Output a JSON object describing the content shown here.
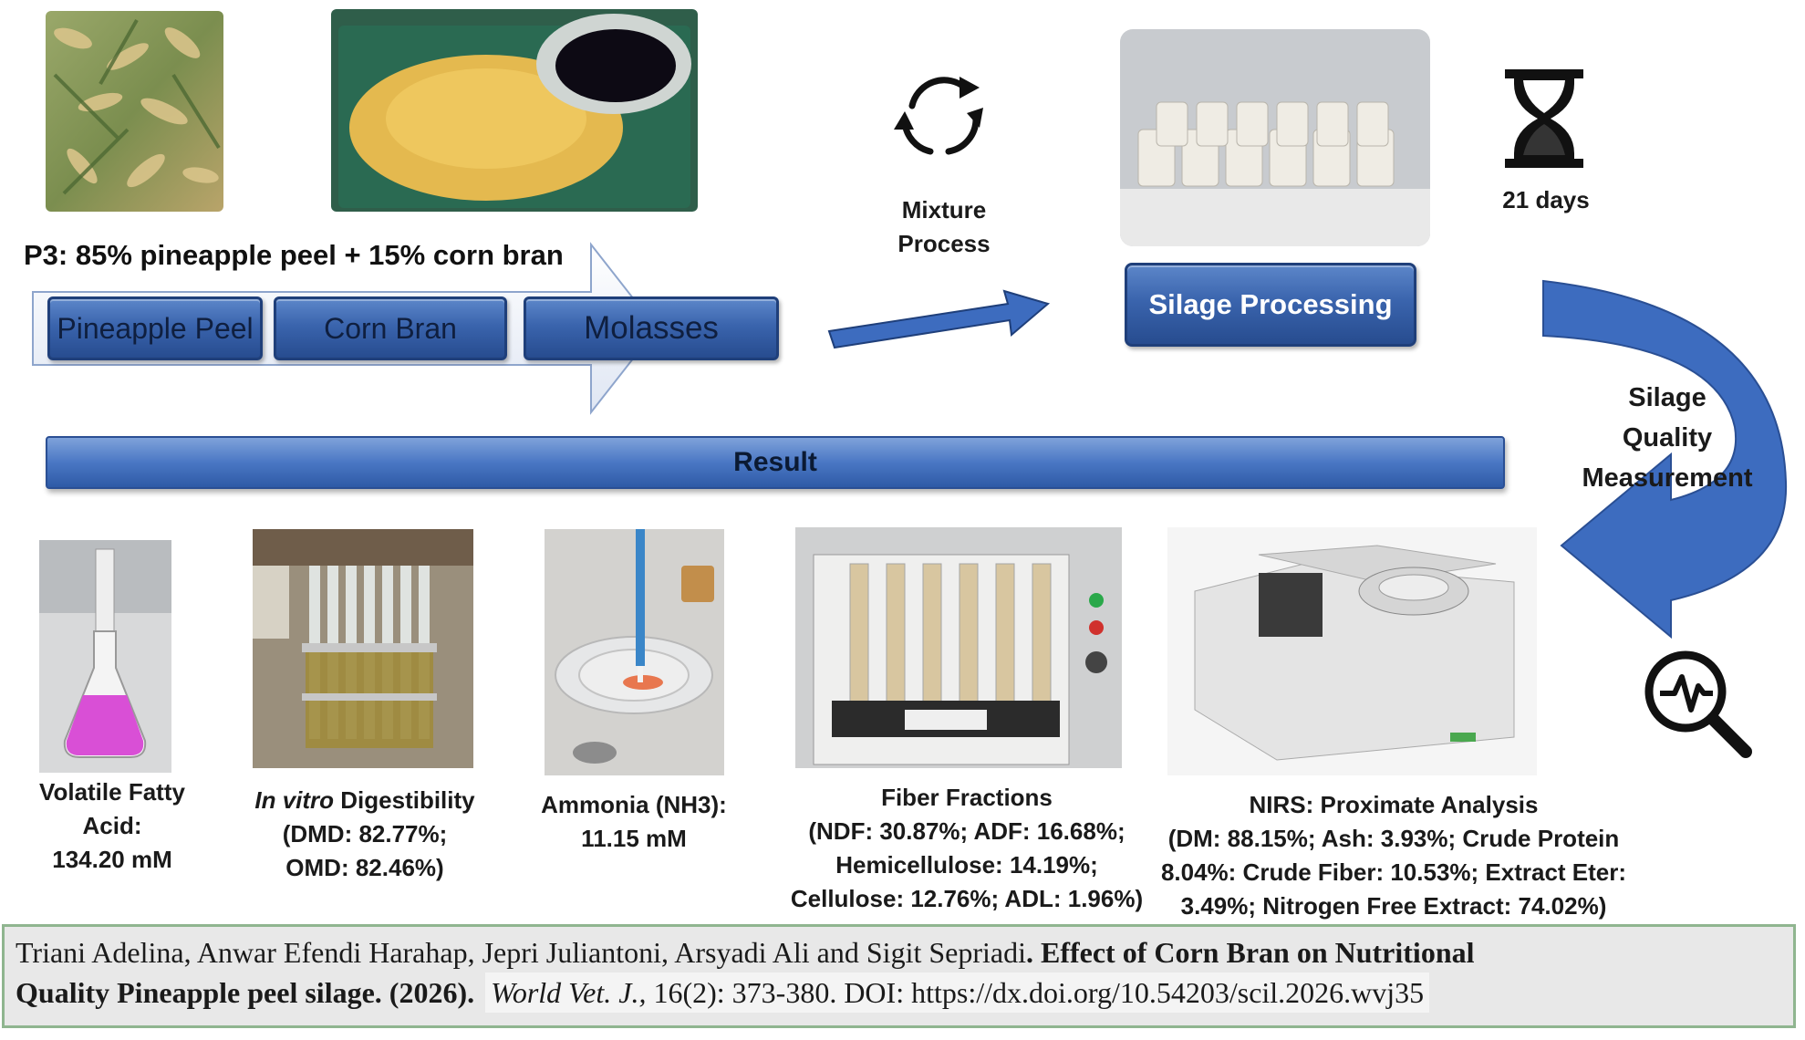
{
  "header": {
    "formula": "P3: 85% pineapple peel + 15% corn bran",
    "ingredients": [
      "Pineapple Peel",
      "Corn Bran",
      "Molasses"
    ]
  },
  "process": {
    "mixture_line1": "Mixture",
    "mixture_line2": "Process",
    "silage_processing": "Silage Processing",
    "duration": "21 days",
    "quality_line1": "Silage",
    "quality_line2": "Quality",
    "quality_line3": "Measurement"
  },
  "result_label": "Result",
  "results": {
    "vfa": [
      "Volatile Fatty",
      "Acid:",
      "134.20 mM"
    ],
    "digestibility": {
      "title_italic": "In vitro",
      "title_rest": " Digestibility",
      "line2": "(DMD: 82.77%;",
      "line3": "OMD: 82.46%)"
    },
    "ammonia": [
      "Ammonia (NH3):",
      "11.15 mM"
    ],
    "fiber": [
      "Fiber Fractions",
      "(NDF: 30.87%; ADF: 16.68%;",
      "Hemicellulose: 14.19%;",
      "Cellulose: 12.76%; ADL: 1.96%)"
    ],
    "nirs": [
      "NIRS: Proximate Analysis",
      "(DM: 88.15%; Ash: 3.93%; Crude Protein",
      "8.04%: Crude Fiber: 10.53%; Extract Eter:",
      "3.49%; Nitrogen Free Extract: 74.02%)"
    ]
  },
  "citation": {
    "authors": "Triani Adelina, Anwar Efendi Harahap, Jepri Juliantoni, Arsyadi Ali and Sigit Sepriadi",
    "title_part1": ". Effect of Corn Bran on Nutritional",
    "title_part2": "Quality Pineapple peel silage. (2026).",
    "journal": "World Vet. J.,",
    "details": " 16(2): 373-380. DOI: https://dx.doi.org/10.54203/scil.2026.wvj35"
  },
  "colors": {
    "accent_blue": "#3d6cbf",
    "dark_blue": "#1f3f7a",
    "citation_bg": "#e8e8e8",
    "citation_border": "#8fb58f",
    "vfa_pink": "#d94fd6"
  },
  "icons": [
    "cycle-arrows-icon",
    "hourglass-icon",
    "magnifier-waveform-icon"
  ]
}
